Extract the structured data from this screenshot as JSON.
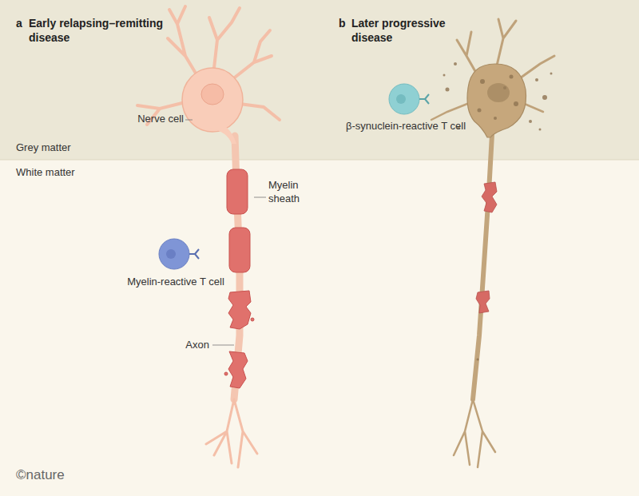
{
  "diagram": {
    "labels": [
      "a",
      "Early relapsing–remitting disease",
      "b",
      "Later progressive disease",
      "Nerve cell",
      "Grey matter",
      "White matter",
      "Myelin sheath",
      "Myelin-reactive T cell",
      "Axon",
      "β-synuclein-reactive T cell",
      "©nature"
    ]
  }
}
